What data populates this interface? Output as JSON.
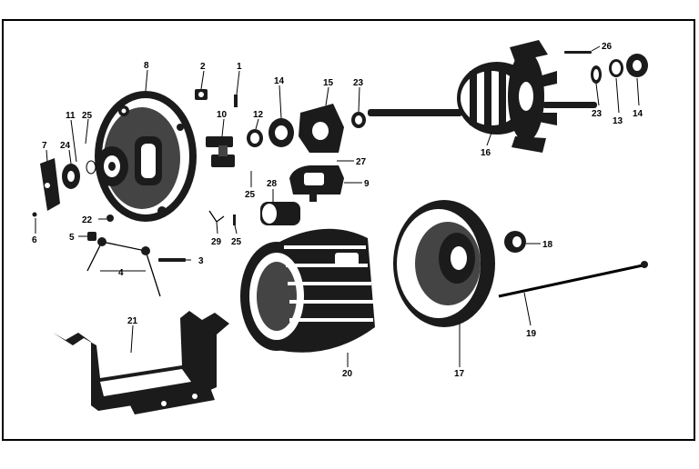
{
  "callouts": {
    "c1": "1",
    "c2": "2",
    "c3": "3",
    "c4": "4",
    "c5": "5",
    "c6": "6",
    "c7": "7",
    "c8": "8",
    "c9": "9",
    "c10": "10",
    "c11": "11",
    "c12": "12",
    "c13": "13",
    "c14a": "14",
    "c14b": "14",
    "c15": "15",
    "c16": "16",
    "c17": "17",
    "c18": "18",
    "c19": "19",
    "c20": "20",
    "c21": "21",
    "c22": "22",
    "c23a": "23",
    "c23b": "23",
    "c24": "24",
    "c25a": "25",
    "c25b": "25",
    "c25c": "25",
    "c26": "26",
    "c27": "27",
    "c28": "28",
    "c29": "29"
  },
  "colors": {
    "ink": "#1b1b1b",
    "paper": "#ffffff"
  }
}
